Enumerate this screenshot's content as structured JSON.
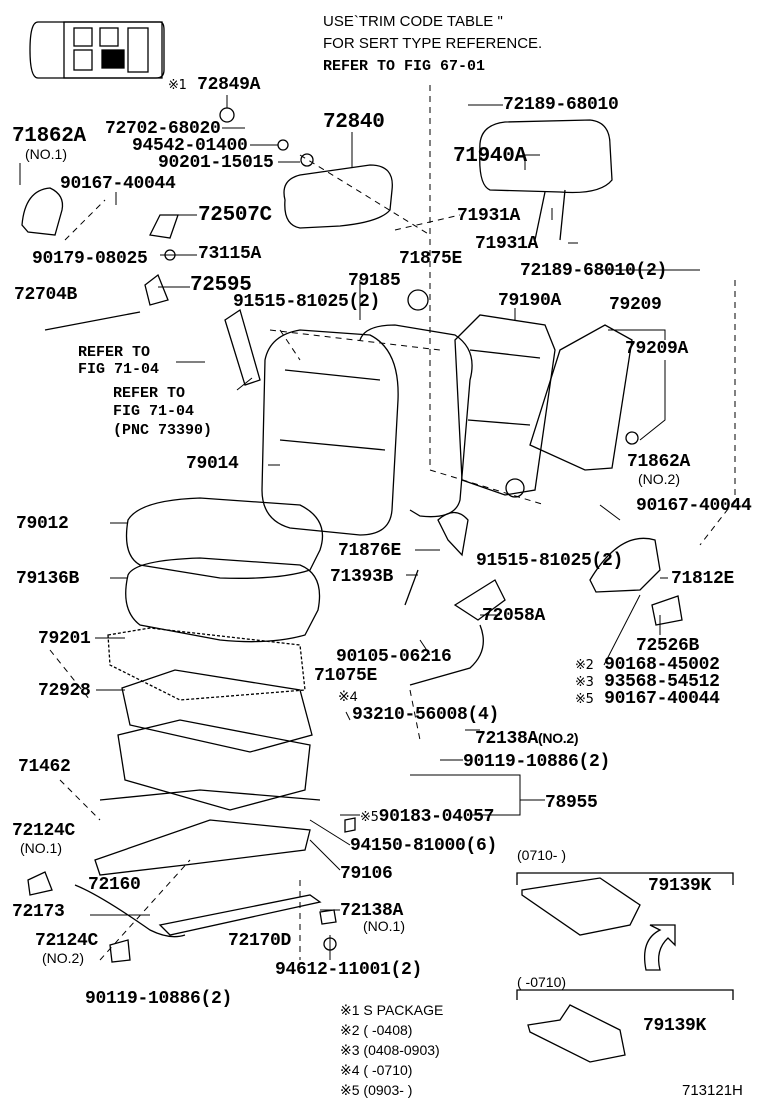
{
  "notes": {
    "line1": "USE`TRIM CODE TABLE \"",
    "line2": "FOR SERT TYPE REFERENCE.",
    "line3": "REFER TO FIG 67-01"
  },
  "marks": {
    "m1": "※1",
    "m2": "※2",
    "m3": "※3",
    "m4": "※4",
    "m5": "※5"
  },
  "parts": {
    "p72849A": "72849A",
    "p72702": "72702-68020",
    "p94542": "94542-01400",
    "p90201": "90201-15015",
    "p72840": "72840",
    "p72189a": "72189-68010",
    "p71862A1": "71862A",
    "no1a": "(NO.1)",
    "p90167a": "90167-40044",
    "p71940A": "71940A",
    "p72507C": "72507C",
    "p71931A1": "71931A",
    "p71931A2": "71931A",
    "p73115A": "73115A",
    "p90179": "90179-08025",
    "p71875E": "71875E",
    "p72189b": "72189-68010(2)",
    "p72704B": "72704B",
    "p72595": "72595",
    "p91515a": "91515-81025(2)",
    "p79185": "79185",
    "p79190A": "79190A",
    "p79209": "79209",
    "p79209A": "79209A",
    "ref1a": "REFER TO",
    "ref1b": "FIG 71-04",
    "ref2a": "REFER TO",
    "ref2b": "FIG 71-04",
    "ref2c": "(PNC 73390)",
    "p79014": "79014",
    "p71862A2": "71862A",
    "no2a": "(NO.2)",
    "p90167b": "90167-40044",
    "p79012": "79012",
    "p71876E": "71876E",
    "p91515b": "91515-81025(2)",
    "p71393B": "71393B",
    "p71812E": "71812E",
    "p79136B": "79136B",
    "p72058A": "72058A",
    "p79201": "79201",
    "p72526B": "72526B",
    "p90105": "90105-06216",
    "p90168": "90168-45002",
    "p93568": "93568-54512",
    "p90167c": "90167-40044",
    "p72928": "72928",
    "p71075E": "71075E",
    "p93210": "93210-56008(4)",
    "p72138A2": "72138A",
    "no2b": "(NO.2)",
    "p71462": "71462",
    "p90119a": "90119-10886(2)",
    "p78955": "78955",
    "p72124C1": "72124C",
    "no1b": "(NO.1)",
    "p90183": "90183-04057",
    "p94150": "94150-81000(6)",
    "p72160": "72160",
    "p79106": "79106",
    "p72173": "72173",
    "p72138A1": "72138A",
    "no1c": "(NO.1)",
    "p72170D": "72170D",
    "p72124C2": "72124C",
    "no2c": "(NO.2)",
    "p94612": "94612-11001(2)",
    "p90119b": "90119-10886(2)"
  },
  "inset": {
    "range_new": "(0710-      )",
    "range_old": "(      -0710)",
    "p79139K_new": "79139K",
    "p79139K_old": "79139K"
  },
  "legend": {
    "l1": "S  PACKAGE",
    "l2": "(      -0408)",
    "l3": "(0408-0903)",
    "l4": "(      -0710)",
    "l5": "(0903-      )"
  },
  "figure_id": "713121H"
}
